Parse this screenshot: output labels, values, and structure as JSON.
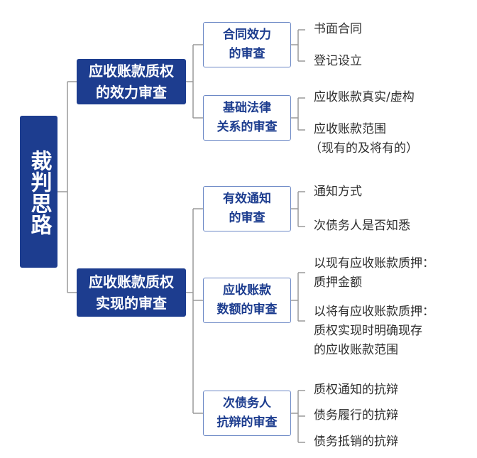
{
  "root": {
    "label": "裁判思路"
  },
  "branches": [
    {
      "label": "应收账款质权的效力审查",
      "line1": "应收账款质权",
      "line2": "的效力审查",
      "children": [
        {
          "line1": "合同效力",
          "line2": "的审查",
          "leaves": [
            "书面合同",
            "登记设立"
          ]
        },
        {
          "line1": "基础法律",
          "line2": "关系的审查",
          "leaves": [
            "应收账款真实/虚构",
            "应收账款范围",
            "（现有的及将有的）"
          ]
        }
      ]
    },
    {
      "label": "应收账款质权实现的审查",
      "line1": "应收账款质权",
      "line2": "实现的审查",
      "children": [
        {
          "line1": "有效通知",
          "line2": "的审查",
          "leaves": [
            "通知方式",
            "次债务人是否知悉"
          ]
        },
        {
          "line1": "应收账款",
          "line2": "数额的审查",
          "leaves": [
            "以现有应收账款质押：",
            "质押金额",
            "以将有应收账款质押：",
            "质权实现时明确现存",
            "的应收账款范围"
          ]
        },
        {
          "line1": "次债务人",
          "line2": "抗辩的审查",
          "leaves": [
            "质权通知的抗辩",
            "债务履行的抗辩",
            "债务抵销的抗辩"
          ]
        }
      ]
    }
  ]
}
